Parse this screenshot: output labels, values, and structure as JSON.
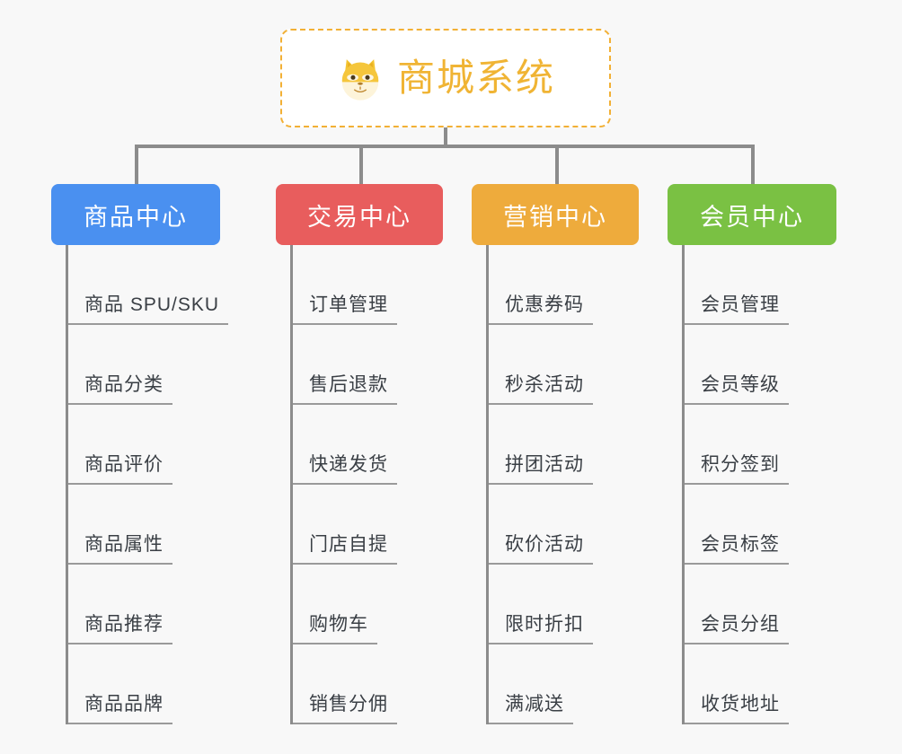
{
  "page": {
    "background_color": "#f8f8f8",
    "diagram_type": "organization-tree"
  },
  "root": {
    "icon": "shiba-dog-face-icon",
    "title": "商城系统",
    "text_color": "#f0b434",
    "border_color": "#f2b035"
  },
  "connector": {
    "color": "#8c8c8c"
  },
  "columns": [
    {
      "key": "product-center",
      "title": "商品中心",
      "color": "#4a90f0",
      "items": [
        "商品 SPU/SKU",
        "商品分类",
        "商品评价",
        "商品属性",
        "商品推荐",
        "商品品牌"
      ]
    },
    {
      "key": "trade-center",
      "title": "交易中心",
      "color": "#e85d5d",
      "items": [
        "订单管理",
        "售后退款",
        "快递发货",
        "门店自提",
        "购物车",
        "销售分佣"
      ]
    },
    {
      "key": "marketing-center",
      "title": "营销中心",
      "color": "#eeab3c",
      "items": [
        "优惠券码",
        "秒杀活动",
        "拼团活动",
        "砍价活动",
        "限时折扣",
        "满减送"
      ]
    },
    {
      "key": "member-center",
      "title": "会员中心",
      "color": "#7ac143",
      "items": [
        "会员管理",
        "会员等级",
        "积分签到",
        "会员标签",
        "会员分组",
        "收货地址"
      ]
    }
  ]
}
